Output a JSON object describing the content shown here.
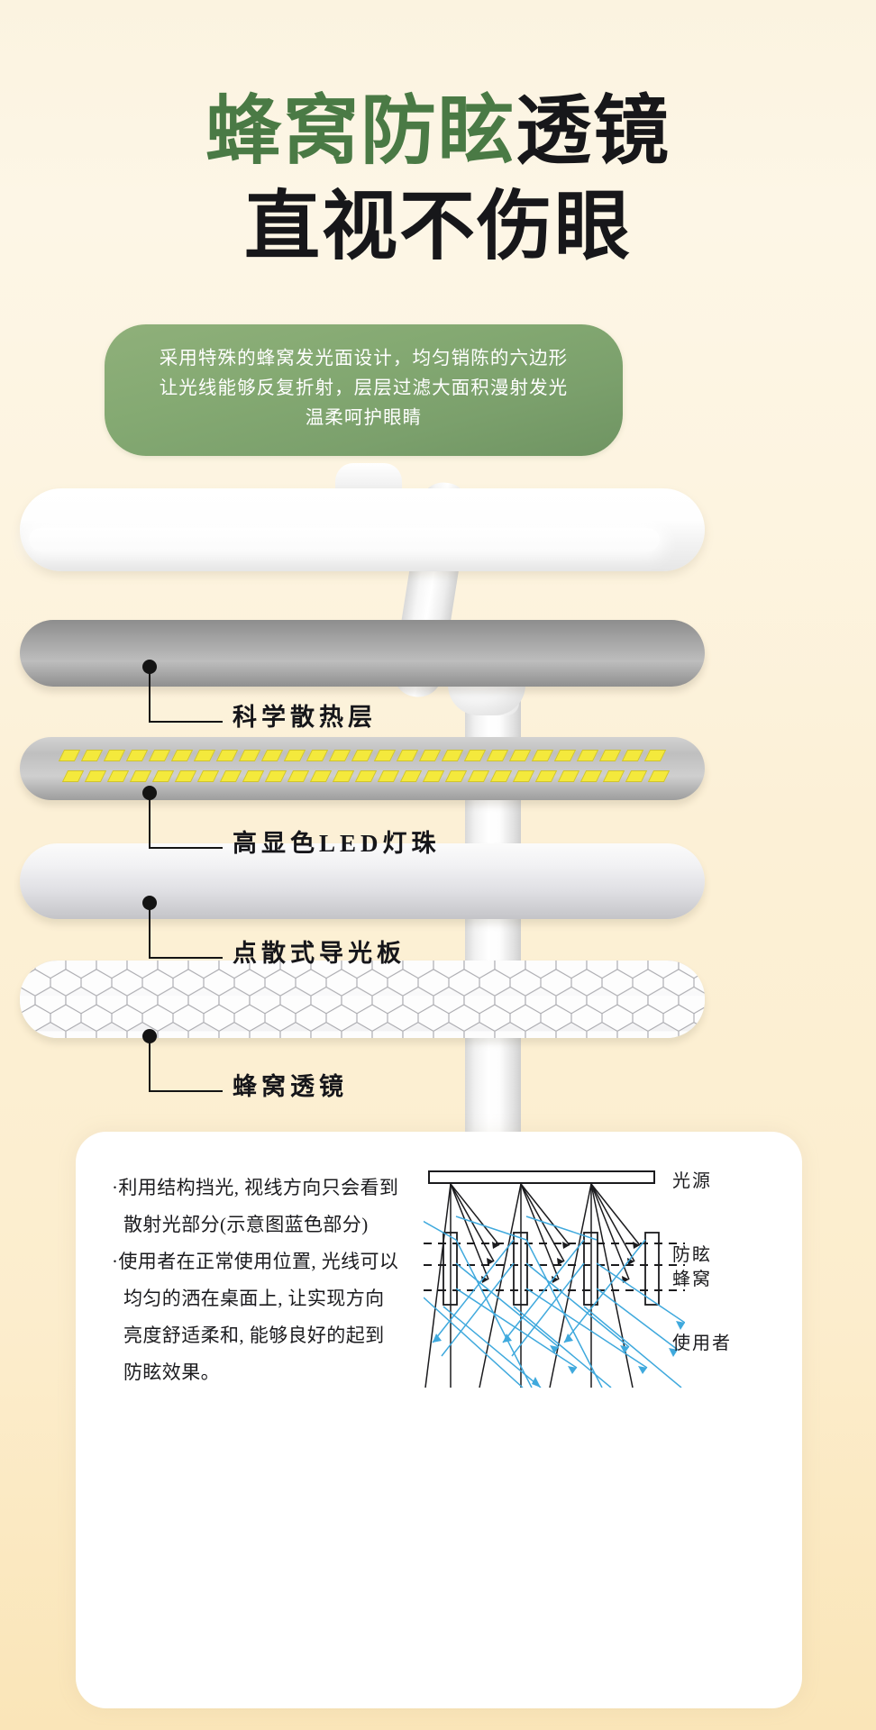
{
  "page": {
    "background_top": "#fbf3e0",
    "background_bottom": "#fae5b8"
  },
  "title": {
    "line1_green": "蜂窝防眩",
    "line1_dark": "透镜",
    "line2": "直视不伤眼",
    "green_color": "#4a7a45",
    "dark_color": "#17171a"
  },
  "info_box": {
    "color": "#84a972",
    "lines": [
      "采用特殊的蜂窝发光面设计，均匀销陈的六边形",
      "让光线能够反复折射，层层过滤大面积漫射发光",
      "温柔呵护眼睛"
    ]
  },
  "layers": [
    {
      "name": "lamp-head",
      "label": ""
    },
    {
      "name": "heat-dissipation-layer",
      "label": "科学散热层"
    },
    {
      "name": "led-board-layer",
      "label": "高显色LED灯珠"
    },
    {
      "name": "light-guide-plate-layer",
      "label": "点散式导光板"
    },
    {
      "name": "honeycomb-lens-layer",
      "label": "蜂窝透镜"
    }
  ],
  "bottom_card": {
    "paragraphs": [
      {
        "bullet": "·",
        "lines": [
          "利用结构挡光, 视线方向只会看到",
          "散射光部分(示意图蓝色部分)"
        ]
      },
      {
        "bullet": "·",
        "lines": [
          "使用者在正常使用位置, 光线可以",
          "均匀的洒在桌面上, 让实现方向",
          "亮度舒适柔和, 能够良好的起到",
          "防眩效果。"
        ]
      }
    ],
    "diagram": {
      "label_source": "光源",
      "label_honeycomb_line1": "防眩",
      "label_honeycomb_line2": "蜂窝",
      "label_user": "使用者",
      "ray_direct_color": "#1b1b1e",
      "ray_scatter_color": "#3fa9dd"
    }
  }
}
